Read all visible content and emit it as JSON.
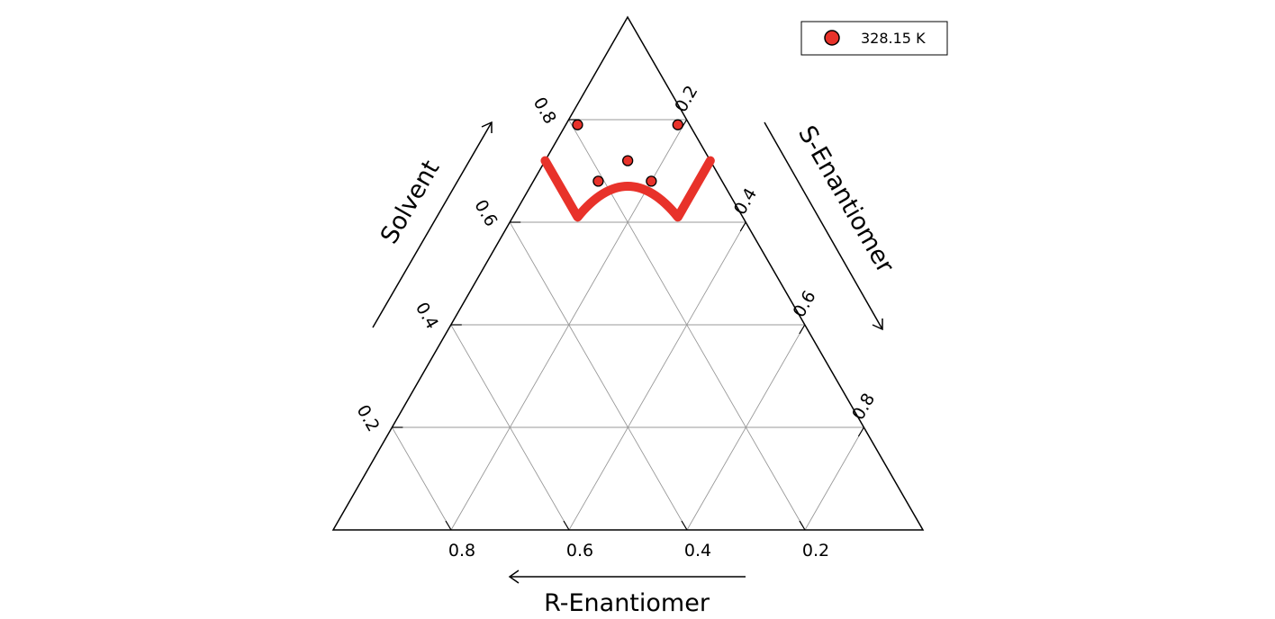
{
  "chart_data": {
    "type": "ternary-scatter",
    "axes": {
      "bottom": {
        "label": "R-Enantiomer",
        "ticks": [
          "0.2",
          "0.4",
          "0.6",
          "0.8"
        ]
      },
      "left": {
        "label": "Solvent",
        "ticks": [
          "0.2",
          "0.4",
          "0.6",
          "0.8"
        ]
      },
      "right": {
        "label": "S-Enantiomer",
        "ticks": [
          "0.2",
          "0.4",
          "0.6",
          "0.8"
        ]
      }
    },
    "grid": true,
    "legend": {
      "position": "top-right",
      "entries": [
        "328.15 K"
      ]
    },
    "series": [
      {
        "name": "328.15 K",
        "kind": "points",
        "color": "#e8322a",
        "points": [
          {
            "solvent": 0.79,
            "s_enantiomer": 0.02,
            "r_enantiomer": 0.19
          },
          {
            "solvent": 0.79,
            "s_enantiomer": 0.19,
            "r_enantiomer": 0.02
          },
          {
            "solvent": 0.68,
            "s_enantiomer": 0.11,
            "r_enantiomer": 0.21
          },
          {
            "solvent": 0.72,
            "s_enantiomer": 0.14,
            "r_enantiomer": 0.14
          },
          {
            "solvent": 0.68,
            "s_enantiomer": 0.2,
            "r_enantiomer": 0.12
          }
        ]
      },
      {
        "kind": "curve",
        "color": "#e8322a",
        "points": [
          {
            "solvent": 0.72,
            "s_enantiomer": 0.0,
            "r_enantiomer": 0.28
          },
          {
            "solvent": 0.61,
            "s_enantiomer": 0.11,
            "r_enantiomer": 0.28
          },
          {
            "solvent": 0.66,
            "s_enantiomer": 0.17,
            "r_enantiomer": 0.17
          },
          {
            "solvent": 0.61,
            "s_enantiomer": 0.28,
            "r_enantiomer": 0.11
          },
          {
            "solvent": 0.72,
            "s_enantiomer": 0.28,
            "r_enantiomer": 0.0
          }
        ]
      }
    ]
  }
}
